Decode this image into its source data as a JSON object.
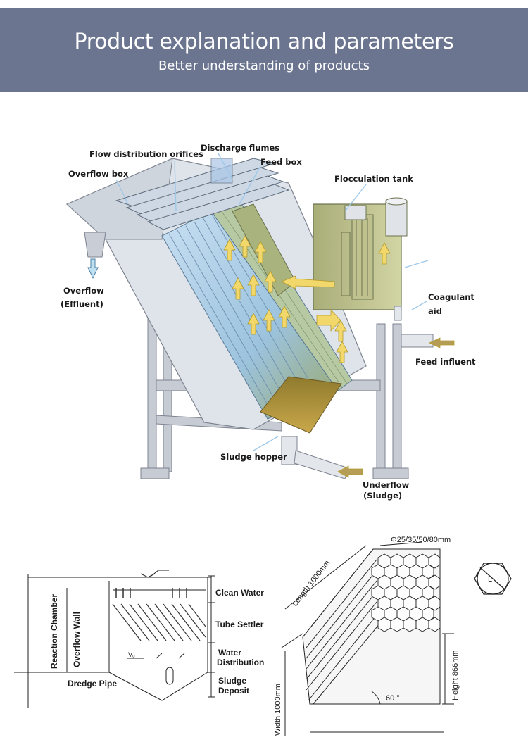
{
  "header": {
    "title": "Product explanation and parameters",
    "subtitle": "Better understanding of products"
  },
  "diagram_top": {
    "labels": {
      "flow_distribution_orifices": "Flow distribution orifices",
      "discharge_flumes": "Discharge flumes",
      "feed_box": "Feed box",
      "overflow_box": "Overflow box",
      "flocculation_tank": "Flocculation tank",
      "overflow": "Overflow",
      "effluent": "(Effluent)",
      "coagulant": "Coagulant",
      "aid": "aid",
      "feed_influent": "Feed influent",
      "sludge_hopper": "Sludge hopper",
      "underflow": "Underflow",
      "sludge": "(Sludge)"
    }
  },
  "diagram_bottom_left": {
    "labels": {
      "reaction_chamber": "Reaction Chamber",
      "overflow_wall": "Overflow Wall",
      "clean_water": "Clean Water",
      "tube_settler": "Tube Settler",
      "water": "Water",
      "distribution": "Distribution",
      "sludge": "Sludge",
      "deposit": "Deposit",
      "dredge_pipe": "Dredge Pipe",
      "v0": "V₀"
    }
  },
  "diagram_bottom_right": {
    "labels": {
      "diameter": "Φ25/35/50/80mm",
      "length": "Length 1000mm",
      "height": "Height 866mm",
      "width": "Width 1000mm",
      "angle": "60 °",
      "hex_symbol": "L"
    }
  }
}
